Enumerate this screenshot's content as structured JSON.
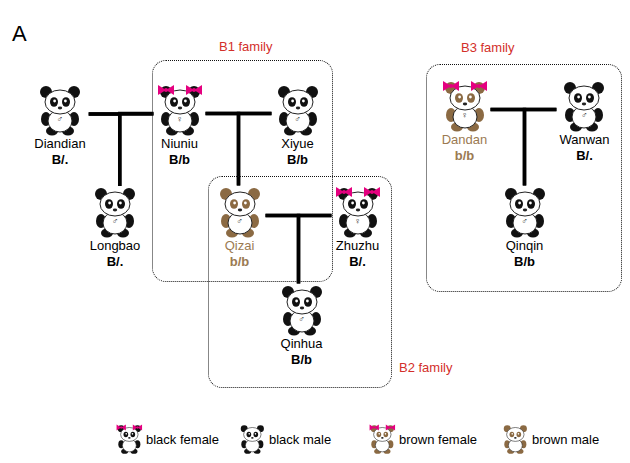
{
  "diagram": {
    "nodes": [
      {
        "text": [
          "♂",
          "Diandian",
          "B/."
        ]
      },
      {
        "text": [
          "B1 family"
        ]
      },
      {
        "text": [
          "♀",
          "Niuniu",
          "B/b"
        ],
        "in": 1
      },
      {
        "text": [
          "♂",
          "Xiyue",
          "B/b"
        ],
        "in": 1
      },
      {
        "text": [
          "B3 family"
        ]
      },
      {
        "text": [
          "♀",
          "Dandan",
          "b/b"
        ],
        "in": 4
      },
      {
        "text": [
          "♂",
          "Wanwan",
          "B/."
        ],
        "in": 4
      },
      {
        "text": [
          "B2 family"
        ]
      },
      {
        "text": [
          "♂",
          "Longbao",
          "B/."
        ]
      },
      {
        "text": [
          "♂",
          "Qizai",
          "b/b"
        ],
        "in": 1
      },
      {
        "text": [
          "♀",
          "Zhuzhu",
          "B/."
        ],
        "in": 7
      },
      {
        "text": [
          "♂",
          "Qinqin",
          "B/b"
        ],
        "in": 4
      },
      {
        "text": [
          "♂",
          "Qinhua",
          "B/b"
        ],
        "in": 7
      }
    ],
    "edges": [
      {
        "from": 0,
        "to": 2,
        "arrow": "none"
      },
      {
        "from": 2,
        "to": 3,
        "arrow": "none"
      },
      {
        "from": 5,
        "to": 6,
        "arrow": "none"
      },
      {
        "from": 9,
        "to": 10,
        "arrow": "none"
      },
      {
        "from": 0,
        "to": 8,
        "arrow": "none"
      },
      {
        "from": 2,
        "to": 8,
        "arrow": "none"
      },
      {
        "from": 2,
        "to": 9,
        "arrow": "none"
      },
      {
        "from": 3,
        "to": 9,
        "arrow": "none"
      },
      {
        "from": 9,
        "to": 12,
        "arrow": "none"
      },
      {
        "from": 10,
        "to": 12,
        "arrow": "none"
      },
      {
        "from": 5,
        "to": 11,
        "arrow": "none"
      },
      {
        "from": 6,
        "to": 11,
        "arrow": "none"
      }
    ],
    "labels": [
      "A"
    ],
    "legend": [
      {
        "text": "black female"
      },
      {
        "text": "black male"
      },
      {
        "text": "brown female"
      },
      {
        "text": "brown male"
      }
    ]
  }
}
